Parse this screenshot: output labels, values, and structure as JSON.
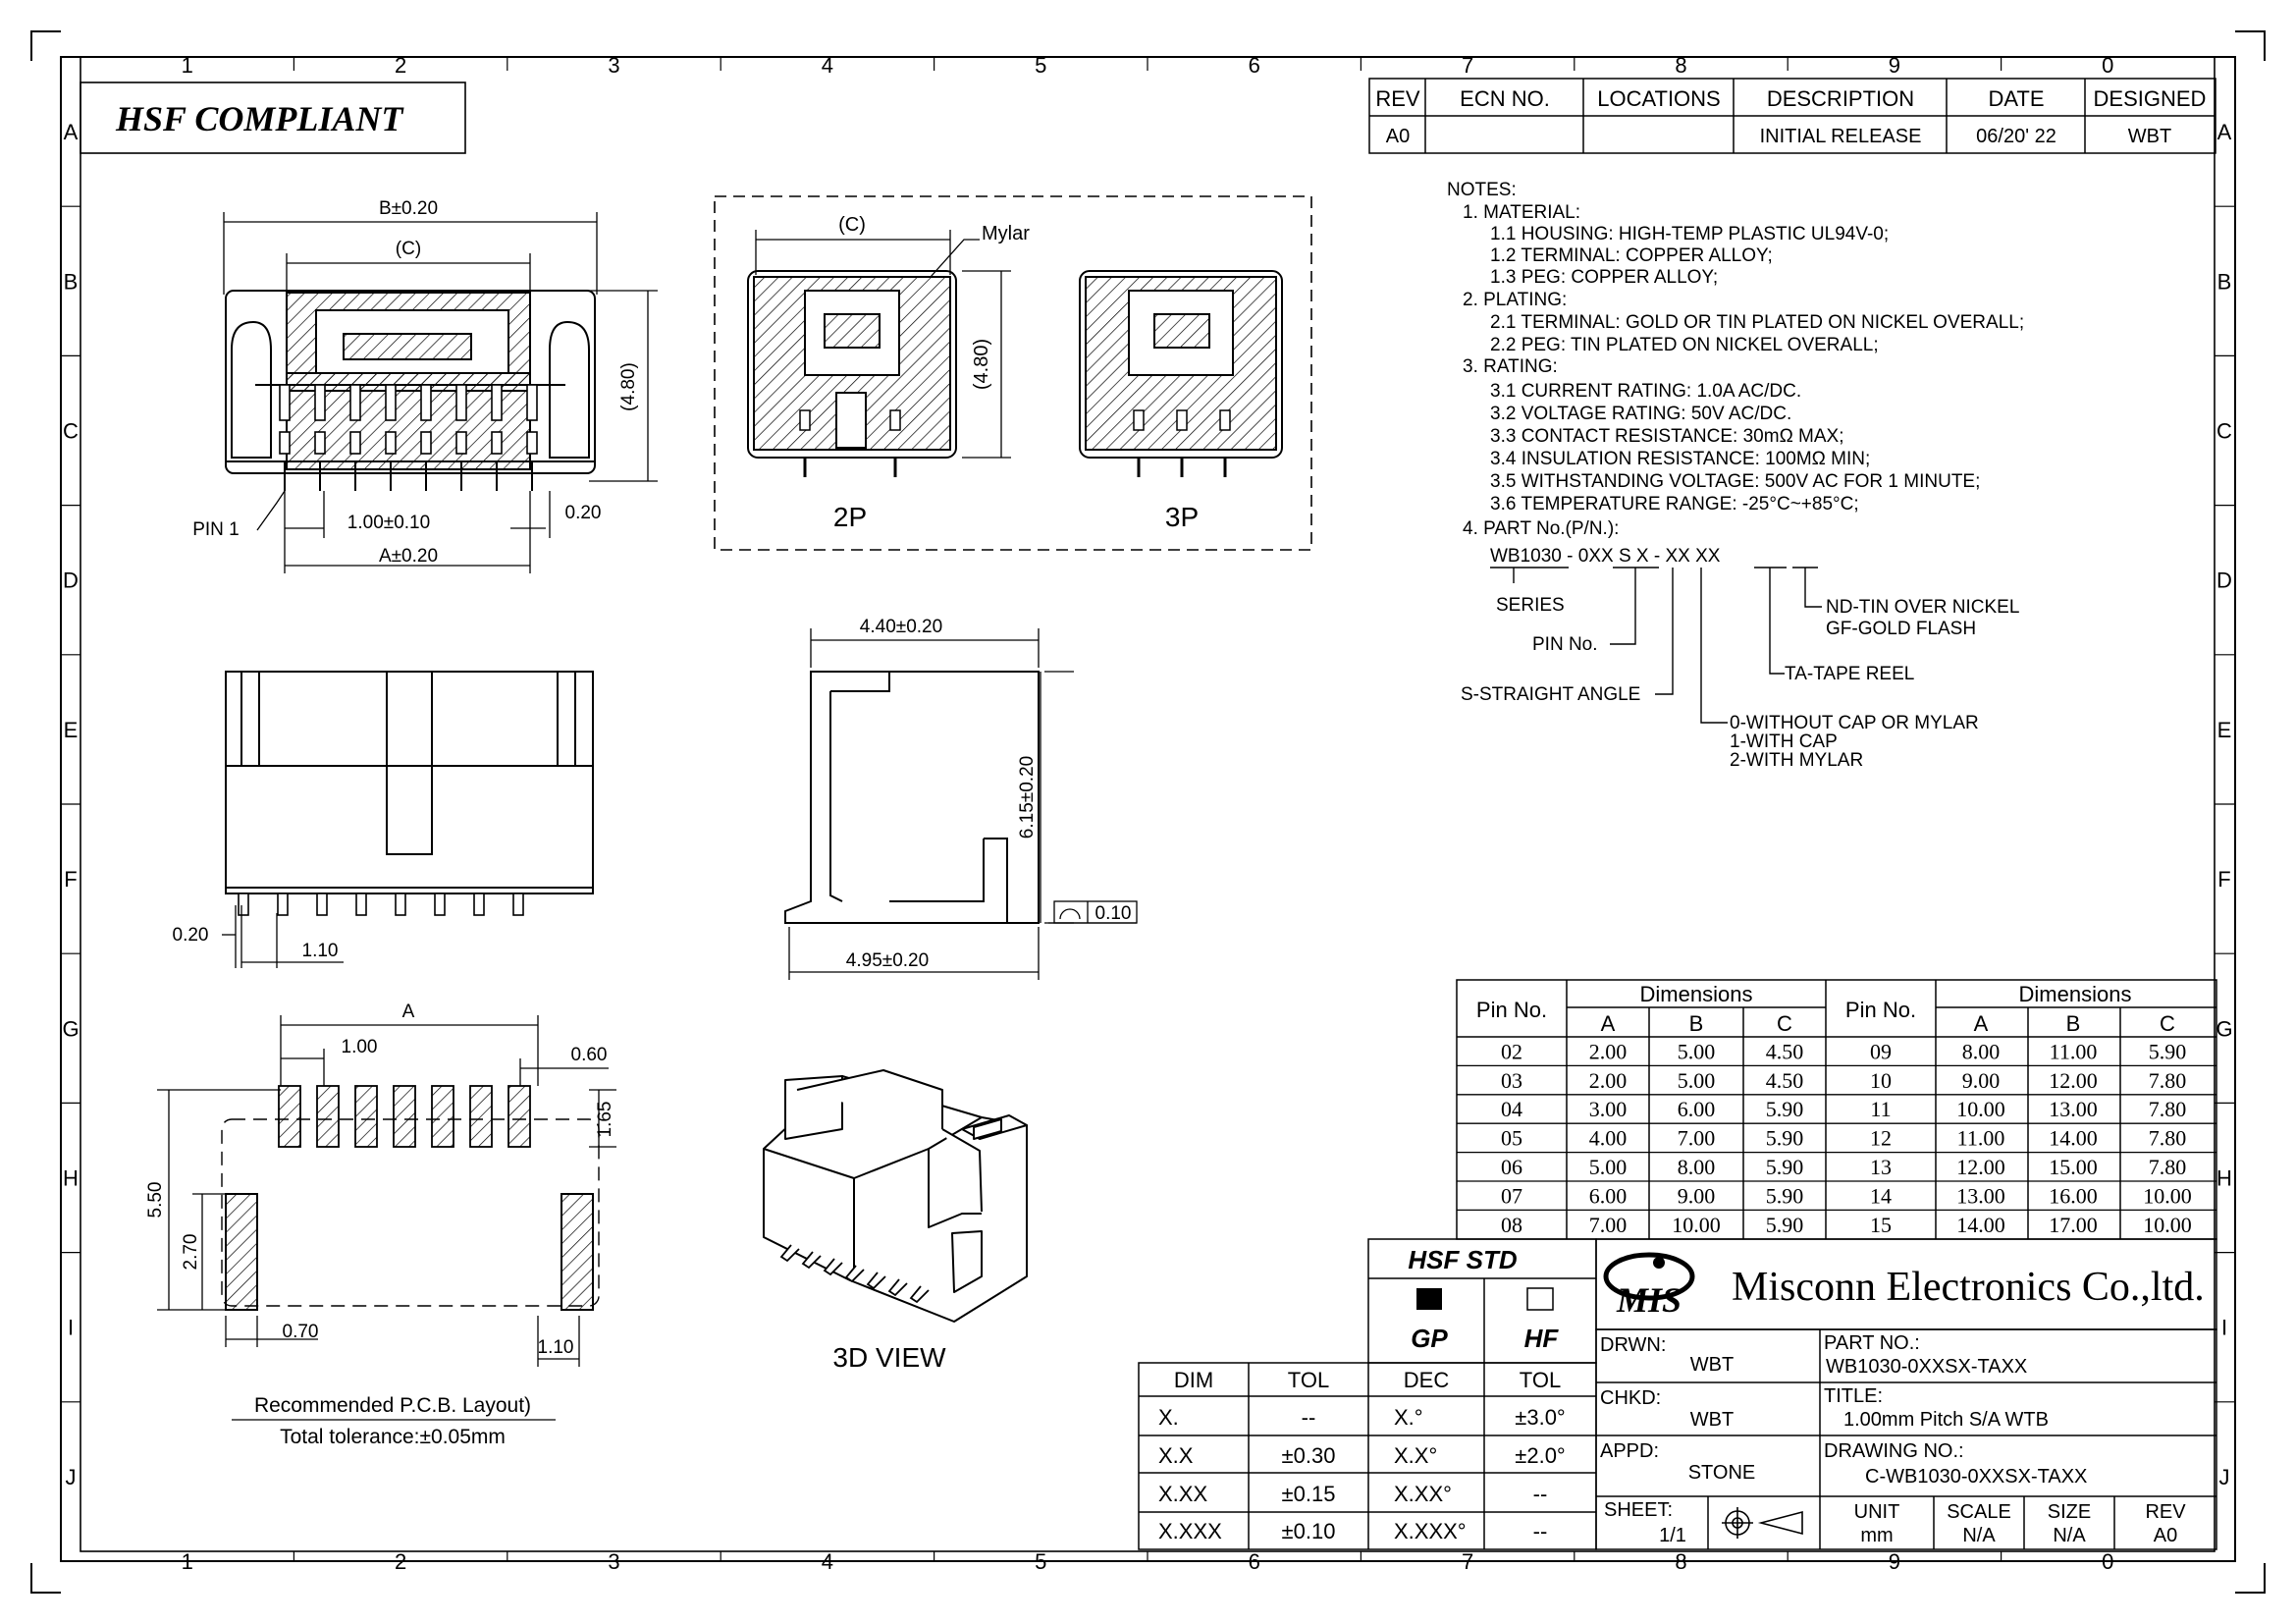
{
  "border": {
    "columns": [
      "1",
      "2",
      "3",
      "4",
      "5",
      "6",
      "7",
      "8",
      "9",
      "0"
    ],
    "rows": [
      "A",
      "B",
      "C",
      "D",
      "E",
      "F",
      "G",
      "H",
      "I",
      "J"
    ]
  },
  "hsf_compliant": "HSF COMPLIANT",
  "revision_table": {
    "headers": [
      "REV",
      "ECN NO.",
      "LOCATIONS",
      "DESCRIPTION",
      "DATE",
      "DESIGNED"
    ],
    "row": [
      "A0",
      "",
      "",
      "INITIAL RELEASE",
      "06/20' 22",
      "WBT"
    ]
  },
  "notes": {
    "title": "NOTES:",
    "lines": [
      "1. MATERIAL:",
      "1.1 HOUSING: HIGH-TEMP PLASTIC UL94V-0;",
      "1.2 TERMINAL: COPPER ALLOY;",
      "1.3 PEG: COPPER ALLOY;",
      "2. PLATING:",
      "2.1 TERMINAL: GOLD OR TIN PLATED ON NICKEL OVERALL;",
      "2.2 PEG: TIN PLATED ON NICKEL OVERALL;",
      "3. RATING:",
      "3.1 CURRENT RATING: 1.0A AC/DC.",
      "3.2 VOLTAGE RATING: 50V AC/DC.",
      "3.3 CONTACT RESISTANCE: 30mΩ MAX;",
      "3.4 INSULATION RESISTANCE: 100MΩ MIN;",
      "3.5 WITHSTANDING VOLTAGE: 500V AC FOR 1 MINUTE;",
      "3.6 TEMPERATURE RANGE: -25°C~+85°C;",
      "4. PART No.(P/N.):"
    ],
    "pn_code": "WB1030 - 0XX S X - XX XX",
    "pn_labels": {
      "series": "SERIES",
      "pin_no": "PIN No.",
      "straight": "S-STRAIGHT ANGLE",
      "cap": [
        "0-WITHOUT CAP OR MYLAR",
        "1-WITH CAP",
        "2-WITH MYLAR"
      ],
      "tape": "TA-TAPE REEL",
      "plating": [
        "ND-TIN OVER NICKEL",
        "GF-GOLD FLASH"
      ]
    }
  },
  "top_view_dims": {
    "b": "B±0.20",
    "c": "(C)",
    "h": "(4.80)",
    "pin1": "PIN 1",
    "pitch": "1.00±0.10",
    "a": "A±0.20",
    "off": "0.20"
  },
  "mylar_view": {
    "c": "(C)",
    "mylar": "Mylar",
    "h": "(4.80)",
    "label_2p": "2P",
    "label_3p": "3P"
  },
  "front_view_dims": {
    "off": "0.20",
    "pitch": "1.10"
  },
  "side_view_dims": {
    "w": "4.40±0.20",
    "h": "6.15±0.20",
    "d": "4.95±0.20",
    "flat": "0.10"
  },
  "pcb_layout": {
    "a": "A",
    "pitch": "1.00",
    "pad_w": "0.60",
    "pad_h": "1.65",
    "total_h": "5.50",
    "peg_h": "2.70",
    "peg_off": "0.70",
    "peg_w": "1.10",
    "title": "Recommended P.C.B. Layout)",
    "tolerance": "Total tolerance:±0.05mm"
  },
  "view_3d": "3D VIEW",
  "dimension_table": {
    "pin_header": "Pin No.",
    "dim_header": "Dimensions",
    "cols": [
      "A",
      "B",
      "C"
    ],
    "left": [
      [
        "02",
        "2.00",
        "5.00",
        "4.50"
      ],
      [
        "03",
        "2.00",
        "5.00",
        "4.50"
      ],
      [
        "04",
        "3.00",
        "6.00",
        "5.90"
      ],
      [
        "05",
        "4.00",
        "7.00",
        "5.90"
      ],
      [
        "06",
        "5.00",
        "8.00",
        "5.90"
      ],
      [
        "07",
        "6.00",
        "9.00",
        "5.90"
      ],
      [
        "08",
        "7.00",
        "10.00",
        "5.90"
      ]
    ],
    "right": [
      [
        "09",
        "8.00",
        "11.00",
        "5.90"
      ],
      [
        "10",
        "9.00",
        "12.00",
        "7.80"
      ],
      [
        "11",
        "10.00",
        "13.00",
        "7.80"
      ],
      [
        "12",
        "11.00",
        "14.00",
        "7.80"
      ],
      [
        "13",
        "12.00",
        "15.00",
        "7.80"
      ],
      [
        "14",
        "13.00",
        "16.00",
        "10.00"
      ],
      [
        "15",
        "14.00",
        "17.00",
        "10.00"
      ]
    ]
  },
  "tolerance_table": {
    "headers": [
      "DIM",
      "TOL",
      "DEC",
      "TOL"
    ],
    "rows": [
      [
        "X.",
        "--",
        "X.°",
        "±3.0°"
      ],
      [
        "X.X",
        "±0.30",
        "X.X°",
        "±2.0°"
      ],
      [
        "X.XX",
        "±0.15",
        "X.XX°",
        "--"
      ],
      [
        "X.XXX",
        "±0.10",
        "X.XXX°",
        "--"
      ]
    ]
  },
  "hsf_std": {
    "title": "HSF STD",
    "gp": "GP",
    "hf": "HF"
  },
  "company": {
    "logo": "MIS",
    "name": "Misconn Electronics Co.,ltd."
  },
  "title_block": {
    "drwn_label": "DRWN:",
    "drwn": "WBT",
    "chkd_label": "CHKD:",
    "chkd": "WBT",
    "appd_label": "APPD:",
    "appd": "STONE",
    "part_label": "PART NO.:",
    "part": "WB1030-0XXSX-TAXX",
    "title_label": "TITLE:",
    "title": "1.00mm Pitch S/A WTB",
    "drawing_label": "DRAWING NO.:",
    "drawing": "C-WB1030-0XXSX-TAXX",
    "sheet_label": "SHEET:",
    "sheet": "1/1",
    "unit_label": "UNIT",
    "unit": "mm",
    "scale_label": "SCALE",
    "scale": "N/A",
    "size_label": "SIZE",
    "size": "N/A",
    "rev_label": "REV",
    "rev": "A0"
  }
}
